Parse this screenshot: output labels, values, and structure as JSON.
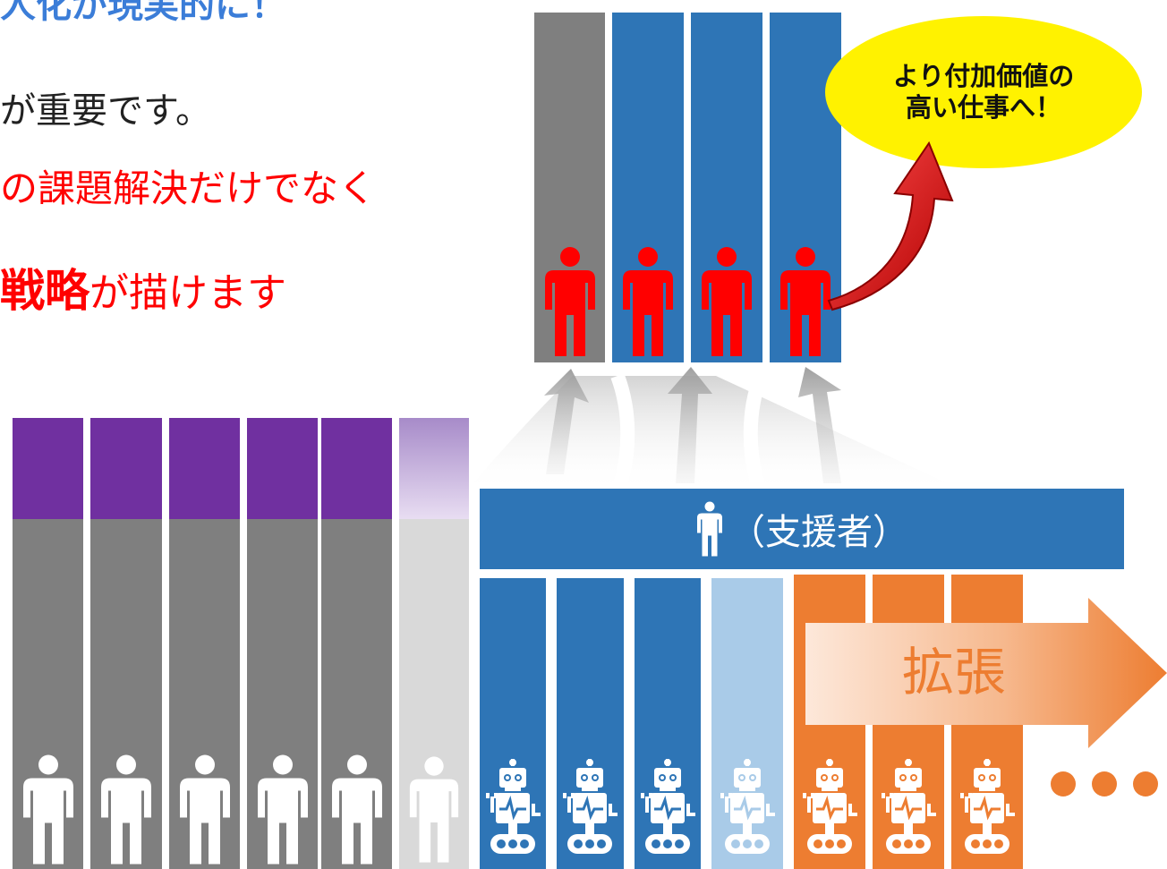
{
  "heading": {
    "line1": "人化が現実的に！",
    "line2": "が重要です。",
    "line3": "の課題解決だけでなく",
    "line4_emph": "戦略",
    "line4_rest": "が描けます"
  },
  "bubble": {
    "line1": "より付加価値の",
    "line2": "高い仕事へ！"
  },
  "support_bar": {
    "label": "（支援者）"
  },
  "expand_arrow": {
    "label": "拡張"
  },
  "colors": {
    "gray": "#7f7f7f",
    "blue": "#2e75b6",
    "light_blue": "#a9cbe8",
    "purple": "#7030a0",
    "orange": "#ed7d31",
    "red": "#ff0000",
    "yellow": "#fff200"
  }
}
